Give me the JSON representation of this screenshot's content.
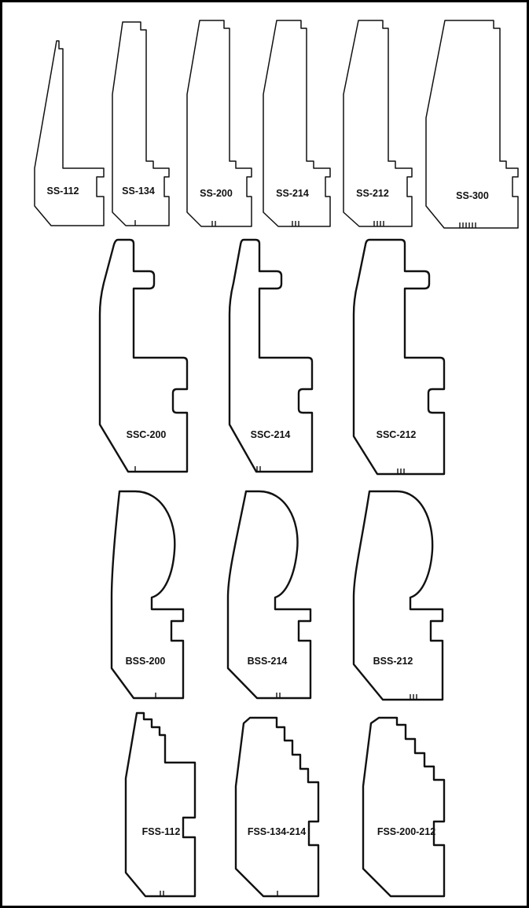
{
  "colors": {
    "stroke": "#111111",
    "background": "#ffffff",
    "border": "#000000"
  },
  "rows": [
    {
      "style": "thin",
      "profiles": [
        {
          "id": "ss-112",
          "label": "SS-112",
          "ticks": 0
        },
        {
          "id": "ss-134",
          "label": "SS-134",
          "ticks": 1
        },
        {
          "id": "ss-200",
          "label": "SS-200",
          "ticks": 2
        },
        {
          "id": "ss-214",
          "label": "SS-214",
          "ticks": 3
        },
        {
          "id": "ss-212",
          "label": "SS-212",
          "ticks": 4
        },
        {
          "id": "ss-300",
          "label": "SS-300",
          "ticks": 6
        }
      ]
    },
    {
      "style": "bold",
      "profiles": [
        {
          "id": "ssc-200",
          "label": "SSC-200",
          "ticks": 1
        },
        {
          "id": "ssc-214",
          "label": "SSC-214",
          "ticks": 2
        },
        {
          "id": "ssc-212",
          "label": "SSC-212",
          "ticks": 3
        }
      ]
    },
    {
      "style": "bold",
      "profiles": [
        {
          "id": "bss-200",
          "label": "BSS-200",
          "ticks": 1
        },
        {
          "id": "bss-214",
          "label": "BSS-214",
          "ticks": 2
        },
        {
          "id": "bss-212",
          "label": "BSS-212",
          "ticks": 3
        }
      ]
    },
    {
      "style": "bold",
      "profiles": [
        {
          "id": "fss-112",
          "label": "FSS-112",
          "ticks": 2
        },
        {
          "id": "fss-134-214",
          "label": "FSS-134-214",
          "ticks": 1
        },
        {
          "id": "fss-200-212",
          "label": "FSS-200-212",
          "ticks": 0
        }
      ]
    }
  ]
}
